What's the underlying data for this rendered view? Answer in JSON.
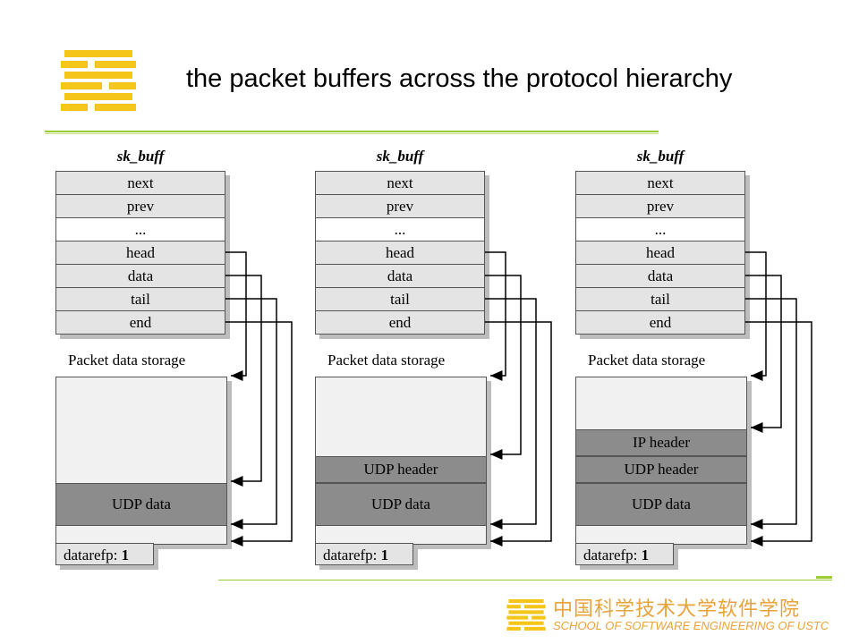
{
  "slide": {
    "title": "the packet buffers across the protocol hierarchy",
    "accent_color": "#9acd32",
    "logo_color": "#f5c518"
  },
  "panels": [
    {
      "struct_title": "sk_buff",
      "fields": [
        "next",
        "prev",
        "...",
        "head",
        "data",
        "tail",
        "end"
      ],
      "storage_label": "Packet data storage",
      "segments": [
        "UDP data"
      ],
      "datarefp_label": "datarefp:",
      "datarefp_value": "1"
    },
    {
      "struct_title": "sk_buff",
      "fields": [
        "next",
        "prev",
        "...",
        "head",
        "data",
        "tail",
        "end"
      ],
      "storage_label": "Packet data storage",
      "segments": [
        "UDP header",
        "UDP data"
      ],
      "datarefp_label": "datarefp:",
      "datarefp_value": "1"
    },
    {
      "struct_title": "sk_buff",
      "fields": [
        "next",
        "prev",
        "...",
        "head",
        "data",
        "tail",
        "end"
      ],
      "storage_label": "Packet data storage",
      "segments": [
        "IP header",
        "UDP header",
        "UDP data"
      ],
      "datarefp_label": "datarefp:",
      "datarefp_value": "1"
    }
  ],
  "footer": {
    "university_cn": "中国科学技术大学软件学院",
    "university_en": "SCHOOL OF SOFTWARE ENGINEERING OF USTC",
    "text_color": "#e8a33a"
  }
}
